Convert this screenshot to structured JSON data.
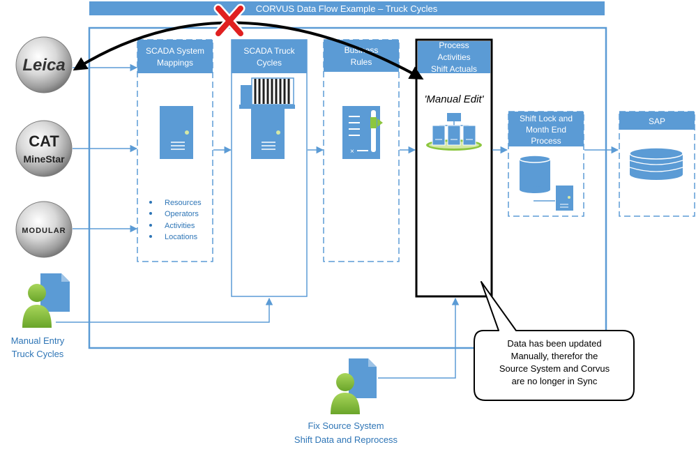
{
  "title": "CORVUS Data Flow Example – Truck Cycles",
  "colors": {
    "accent": "#5b9bd5",
    "accent_dark": "#41719c",
    "label_text": "#2e75b6",
    "person_green": "#8cc63f",
    "callout_border": "#000000",
    "error_red": "#e02020"
  },
  "sources": [
    {
      "name": "Leica",
      "icon": "leica-logo"
    },
    {
      "name": "CAT",
      "sub": "MineStar",
      "icon": "cat-minestar-logo"
    },
    {
      "name": "MODULAR",
      "icon": "modular-logo"
    }
  ],
  "manual_entry": {
    "line1": "Manual Entry",
    "line2": "Truck Cycles",
    "icon": "person-document-icon"
  },
  "fix_source": {
    "line1": "Fix Source System",
    "line2": "Shift Data and Reprocess",
    "icon": "person-document-icon"
  },
  "stages": {
    "scada_mappings": {
      "line1": "SCADA System",
      "line2": "Mappings",
      "icon": "server-icon",
      "items": [
        "Resources",
        "Operators",
        "Activities",
        "Locations"
      ]
    },
    "scada_truck_cycles": {
      "line1": "SCADA Truck",
      "line2": "Cycles",
      "icon": "truck-server-icon"
    },
    "business_rules": {
      "line1": "Business",
      "line2": "Rules",
      "icon": "rules-document-icon"
    },
    "process": {
      "line1": "Process",
      "line2": "Activities",
      "line3": "Shift Actuals",
      "note": "'Manual Edit'",
      "icon": "network-servers-icon"
    },
    "shift_lock": {
      "line1": "Shift Lock and",
      "line2": "Month End",
      "line3": "Process",
      "icon": "database-server-icon"
    },
    "sap": {
      "line1": "SAP",
      "icon": "database-icon"
    }
  },
  "callout": {
    "line1": "Data has been updated",
    "line2": "Manually, therefor the",
    "line3": "Source System and Corvus",
    "line4": "are no longer in Sync"
  }
}
